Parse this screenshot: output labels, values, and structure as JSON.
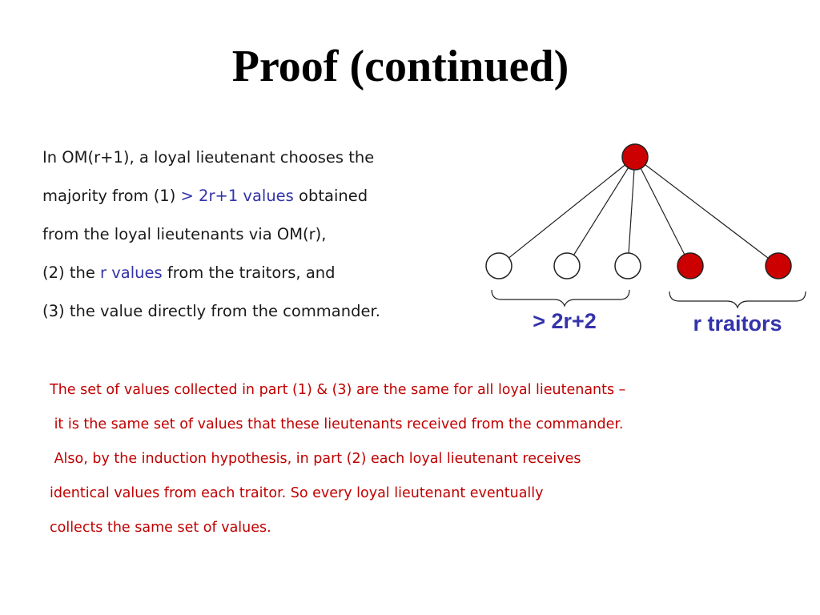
{
  "title": "Proof (continued)",
  "colors": {
    "body": "#1a1a1a",
    "highlight": "#3333aa",
    "note": "#c00000",
    "node_red": "#cc0000",
    "node_outline": "#222222"
  },
  "body_lines": [
    [
      {
        "text": "In OM(r+1), a loyal lieutenant chooses the",
        "color": "#1a1a1a"
      }
    ],
    [
      {
        "text": "majority from (1) ",
        "color": "#1a1a1a"
      },
      {
        "text": "> 2r+1 values",
        "color": "#3333aa"
      },
      {
        "text": " obtained",
        "color": "#1a1a1a"
      }
    ],
    [
      {
        "text": "from the loyal lieutenants via OM(r),",
        "color": "#1a1a1a"
      }
    ],
    [
      {
        "text": "(2) the ",
        "color": "#1a1a1a"
      },
      {
        "text": "r values",
        "color": "#3333aa"
      },
      {
        "text": " from the traitors, and",
        "color": "#1a1a1a"
      }
    ],
    [
      {
        "text": "(3) the value directly from the commander.",
        "color": "#1a1a1a"
      }
    ]
  ],
  "note_lines": [
    "The set of values collected in part (1) & (3) are the same for all loyal lieutenants –",
    " it is the same set of values that these lieutenants received from the commander.",
    " Also, by the induction hypothesis, in part (2) each loyal lieutenant receives",
    "identical values from each traitor. So every loyal lieutenant eventually",
    "collects the same set of values."
  ],
  "diagram": {
    "root": {
      "state": "traitor"
    },
    "children": [
      {
        "state": "loyal"
      },
      {
        "state": "loyal"
      },
      {
        "state": "loyal"
      },
      {
        "state": "traitor"
      },
      {
        "state": "traitor"
      }
    ],
    "loyal_group_label": "> 2r+2",
    "traitor_group_label": "r traitors"
  }
}
